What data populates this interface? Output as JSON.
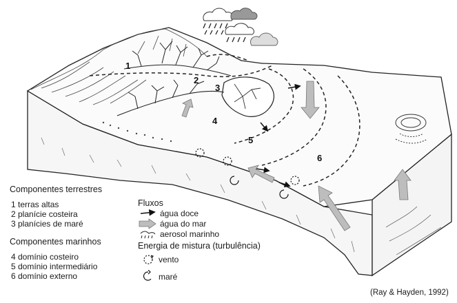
{
  "zones": {
    "z1": "1",
    "z2": "2",
    "z3": "3",
    "z4": "4",
    "z5": "5",
    "z6": "6"
  },
  "terrestrial": {
    "header": "Componentes terrestres",
    "items": [
      "1 terras altas",
      "2 planície costeira",
      "3 planícies de maré"
    ]
  },
  "marine": {
    "header": "Componentes marinhos",
    "items": [
      "4 domínio costeiro",
      "5 domínio intermediário",
      "6 domínio externo"
    ]
  },
  "flows": {
    "header": "Fluxos",
    "fresh_water": "água doce",
    "sea_water": "água do mar",
    "sea_spray": "aerosol marinho"
  },
  "mixing": {
    "header": "Energia de mistura (turbulência)",
    "wind": "vento",
    "tide": "maré"
  },
  "citation": "(Ray & Hayden, 1992)",
  "icons": [
    "cloud-rain-icon",
    "cloud-icon",
    "arrow-icon",
    "wide-arrow-icon",
    "spray-icon",
    "dashed-circle-arrow-icon",
    "circle-arrow-icon"
  ]
}
